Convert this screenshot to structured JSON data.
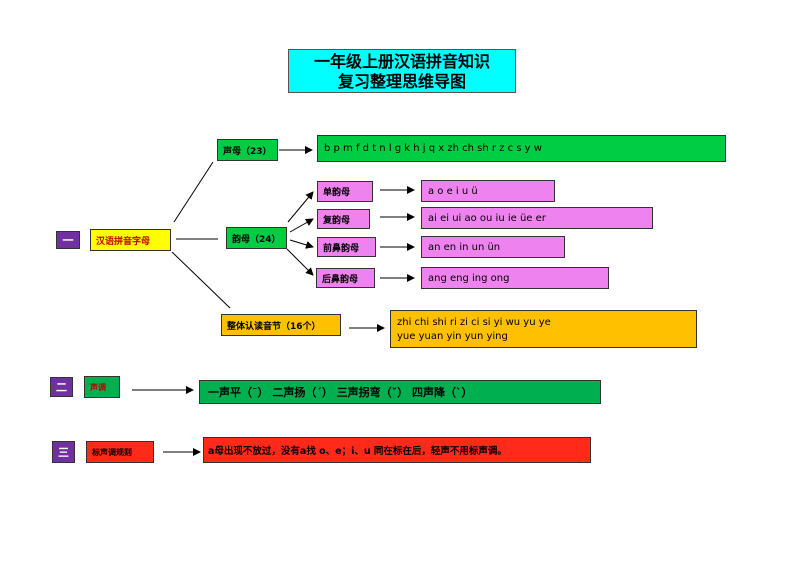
{
  "title": {
    "line1": "一年级上册汉语拼音知识",
    "line2": "复习整理思维导图"
  },
  "section1": {
    "number": "一",
    "label": "汉语拼音字母",
    "shengmu": {
      "label": "声母（23）",
      "content": "b    p    m    f    d    t    n    l    g    k    h    j    q    x    zh    ch    sh    r    z    c    s    y    w"
    },
    "yunmu": {
      "label": "韵母（24）",
      "groups": [
        {
          "label": "单韵母",
          "content": "a    o    e    i    u    ü"
        },
        {
          "label": "复韵母",
          "content": "ai   ei   ui   ao   ou   iu   ie   üe   er"
        },
        {
          "label": "前鼻韵母",
          "content": "an   en   in   un   ün"
        },
        {
          "label": "后鼻韵母",
          "content": "ang        eng        ing      ong"
        }
      ]
    },
    "zhengti": {
      "label": "整体认读音节（16个）",
      "line1": "zhi    chi    shi    ri    zi    ci    si    yi    wu    yu    ye",
      "line2": "yue   yuan   yin   yun   ying"
    }
  },
  "section2": {
    "number": "二",
    "label": "声调",
    "content": "一声平（ˉ）  二声扬（ˊ）  三声拐弯（ˇ）   四声降（ˋ）"
  },
  "section3": {
    "number": "三",
    "label": "标声调规则",
    "content": "a母出现不放过，没有a找 o、e；i、u 同在标在后，轻声不用标声调。"
  },
  "colors": {
    "title_bg": "#00ffff",
    "number_bg": "#7030a0",
    "label_yellow": "#ffff00",
    "green": "#00cc44",
    "dark_green": "#00b050",
    "pink": "#ee82ee",
    "orange": "#ffc000",
    "red": "#ff2a1a"
  }
}
